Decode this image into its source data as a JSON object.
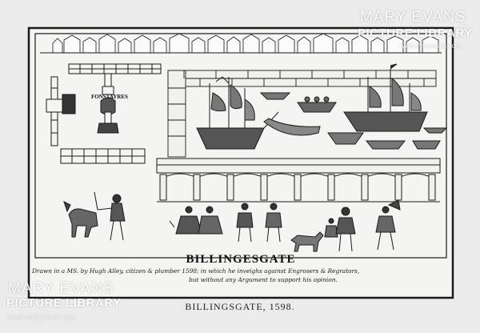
{
  "plate_title": "BILLINGESGATE",
  "sign_text": "FONSTAYRES",
  "script_line_1": "Drawn in a MS. by Hugh Alley, citizen & plumber 1598; in which he inveighs against Engrosers & Regrators,",
  "script_line_2": "but without any Argument to support his opinion.",
  "caption": "BILLINGSGATE, 1598.",
  "watermark": {
    "line1": "MARY EVANS",
    "line2": "PICTURE LIBRARY",
    "url": "www.maryevans.com"
  }
}
